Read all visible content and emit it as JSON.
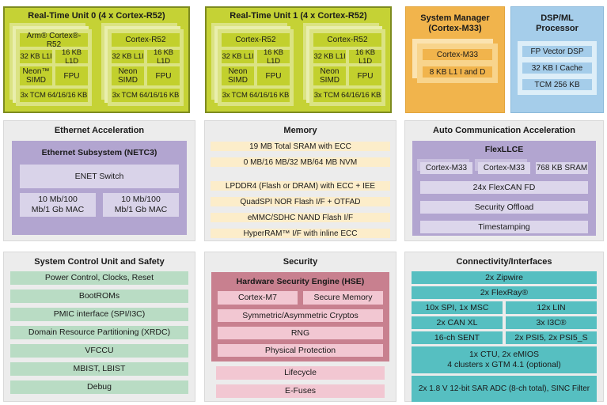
{
  "palette": {
    "lime": "#c5d235",
    "lime_border": "#7d8b1f",
    "lime_panel": "#dbe383",
    "lime_panel_light": "#e9eead",
    "orange": "#f1b44c",
    "orange_panel": "#f8d48c",
    "orange_panel_light": "#fbe3b0",
    "blue": "#a5cdea",
    "blue_panel": "#ddeef8",
    "gray_section": "#ececec",
    "purple": "#b2a5d0",
    "purple_light": "#d9d3e9",
    "cream": "#fcedca",
    "green_row": "#b9dcc4",
    "rose": "#c8808f",
    "pink": "#f2c7d2",
    "teal": "#56bfc1",
    "text": "#1a1a1a"
  },
  "rtu0": {
    "title": "Real-Time Unit 0 (4 x Cortex-R52)",
    "cores": [
      {
        "name": "Arm® Cortex®-R52",
        "l1i": "32 KB L1I",
        "l1d": "16 KB L1D",
        "simd": "Neon™ SIMD",
        "fpu": "FPU",
        "tcm": "3x TCM 64/16/16 KB"
      },
      {
        "name": "Cortex-R52",
        "l1i": "32 KB L1I",
        "l1d": "16 KB L1D",
        "simd": "Neon SIMD",
        "fpu": "FPU",
        "tcm": "3x TCM 64/16/16 KB"
      }
    ]
  },
  "rtu1": {
    "title": "Real-Time Unit 1 (4 x Cortex-R52)",
    "cores": [
      {
        "name": "Cortex-R52",
        "l1i": "32 KB L1I",
        "l1d": "16 KB L1D",
        "simd": "Neon SIMD",
        "fpu": "FPU",
        "tcm": "3x TCM 64/16/16 KB"
      },
      {
        "name": "Cortex-R52",
        "l1i": "32 KB L1I",
        "l1d": "16 KB L1D",
        "simd": "Neon SIMD",
        "fpu": "FPU",
        "tcm": "3x TCM 64/16/16 KB"
      }
    ]
  },
  "system_manager": {
    "title_line1": "System Manager",
    "title_line2": "(Cortex-M33)",
    "blocks": [
      "Cortex-M33",
      "8 KB L1 I and D"
    ]
  },
  "dsp": {
    "title_line1": "DSP/ML",
    "title_line2": "Processor",
    "blocks": [
      "FP Vector DSP",
      "32 KB I Cache",
      "TCM 256 KB"
    ]
  },
  "ethernet": {
    "title": "Ethernet Acceleration",
    "subsystem_title": "Ethernet Subsystem (NETC3)",
    "switch": "ENET Switch",
    "macs": [
      "10 Mb/100 Mb/1 Gb MAC",
      "10 Mb/100 Mb/1 Gb MAC"
    ]
  },
  "memory": {
    "title": "Memory",
    "rows_top": [
      "19 MB Total SRAM with ECC",
      "0 MB/16 MB/32 MB/64 MB NVM"
    ],
    "rows_bottom": [
      "LPDDR4 (Flash or DRAM) with ECC + IEE",
      "QuadSPI NOR Flash I/F + OTFAD",
      "eMMC/SDHC NAND Flash I/F",
      "HyperRAM™ I/F with inline ECC"
    ]
  },
  "auto_comm": {
    "title": "Auto Communication Acceleration",
    "engine_title": "FlexLLCE",
    "cores": [
      "Cortex-M33",
      "Cortex-M33"
    ],
    "sram": "768 KB SRAM",
    "rows": [
      "24x FlexCAN FD",
      "Security Offload",
      "Timestamping"
    ]
  },
  "scu": {
    "title": "System Control Unit and Safety",
    "rows": [
      "Power Control, Clocks, Reset",
      "BootROMs",
      "PMIC interface (SPI/I3C)",
      "Domain Resource Partitioning (XRDC)",
      "VFCCU",
      "MBIST, LBIST",
      "Debug"
    ]
  },
  "security": {
    "title": "Security",
    "hse_title": "Hardware Security Engine (HSE)",
    "hse_pair": [
      "Cortex-M7",
      "Secure Memory"
    ],
    "hse_rows": [
      "Symmetric/Asymmetric Cryptos",
      "RNG",
      "Physical Protection"
    ],
    "rows": [
      "Lifecycle",
      "E-Fuses"
    ]
  },
  "connectivity": {
    "title": "Connectivity/Interfaces",
    "full_rows": [
      "2x Zipwire",
      "2x FlexRay®"
    ],
    "pair_rows": [
      [
        "10x SPI, 1x MSC",
        "12x LIN"
      ],
      [
        "2x CAN XL",
        "3x I3C®"
      ],
      [
        "16-ch SENT",
        "2x PSI5, 2x PSI5_S"
      ]
    ],
    "ctu_line1": "1x CTU, 2x eMIOS",
    "ctu_line2": "4 clusters x GTM 4.1 (optional)",
    "adc": "2x 1.8 V 12-bit SAR ADC (8-ch total), SINC Filter"
  }
}
